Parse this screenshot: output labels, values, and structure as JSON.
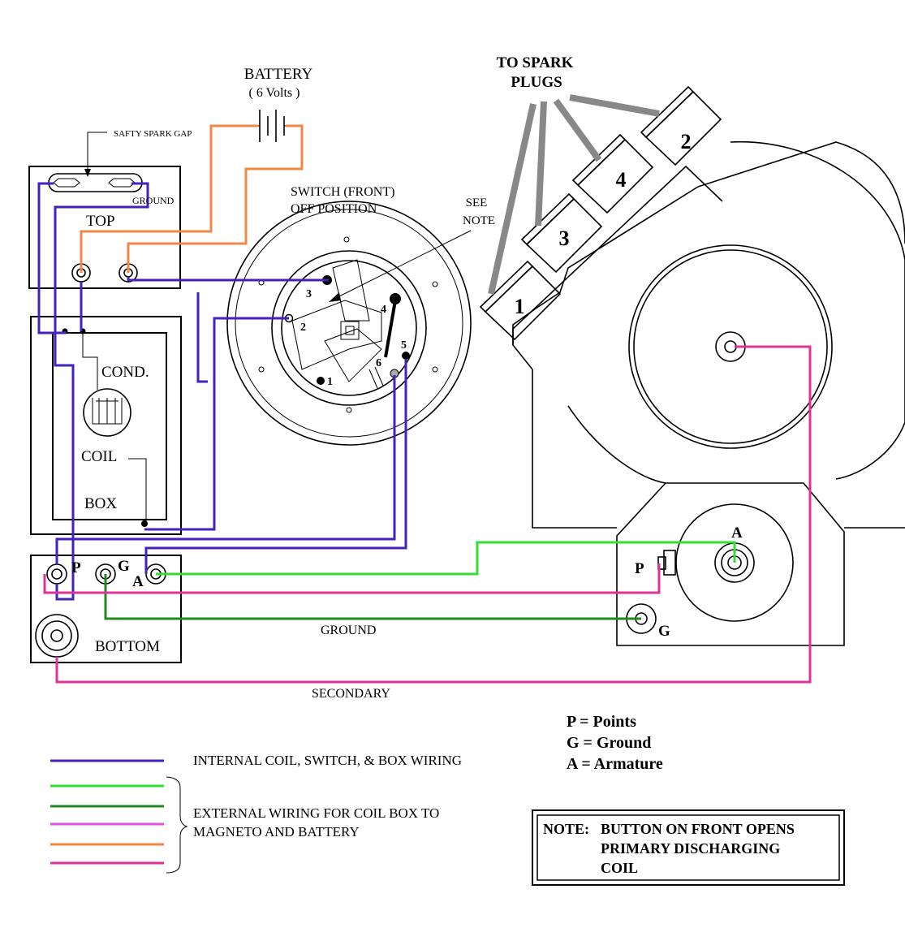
{
  "labels": {
    "battery": "BATTERY",
    "battery_volts": "( 6 Volts )",
    "safety_gap": "SAFTY SPARK GAP",
    "ground_top": "GROUND",
    "top": "TOP",
    "cond": "COND.",
    "coil": "COIL",
    "box": "BOX",
    "bottom": "BOTTOM",
    "term_p": "P",
    "term_g": "G",
    "term_a": "A",
    "switch_line1": "SWITCH (FRONT)",
    "switch_line2": "OFF POSITION",
    "see": "SEE",
    "note_ref": "NOTE",
    "spark_line1": "TO SPARK",
    "spark_line2": "PLUGS",
    "ground_wire": "GROUND",
    "secondary_wire": "SECONDARY",
    "mag_a": "A",
    "mag_p": "P",
    "mag_g": "G"
  },
  "switch_contacts": [
    "1",
    "2",
    "3",
    "4",
    "5",
    "6"
  ],
  "plugs": [
    "1",
    "3",
    "4",
    "2"
  ],
  "key": {
    "p": "P = Points",
    "g": "G = Ground",
    "a": "A = Armature"
  },
  "legend": {
    "internal": "INTERNAL COIL, SWITCH,  & BOX  WIRING",
    "external_line1": "EXTERNAL WIRING FOR COIL BOX TO",
    "external_line2": "MAGNETO AND BATTERY"
  },
  "note": {
    "prefix": "NOTE:",
    "line1": "BUTTON ON FRONT OPENS",
    "line2": "PRIMARY  DISCHARGING",
    "line3": "COIL"
  },
  "colors": {
    "internal_wiring": "#4422bb",
    "armature_wire": "#33dd33",
    "ground_wire": "#228822",
    "secondary_wire": "#dd3399",
    "battery_wire": "#ee8844",
    "plug_leads": "#888888"
  }
}
